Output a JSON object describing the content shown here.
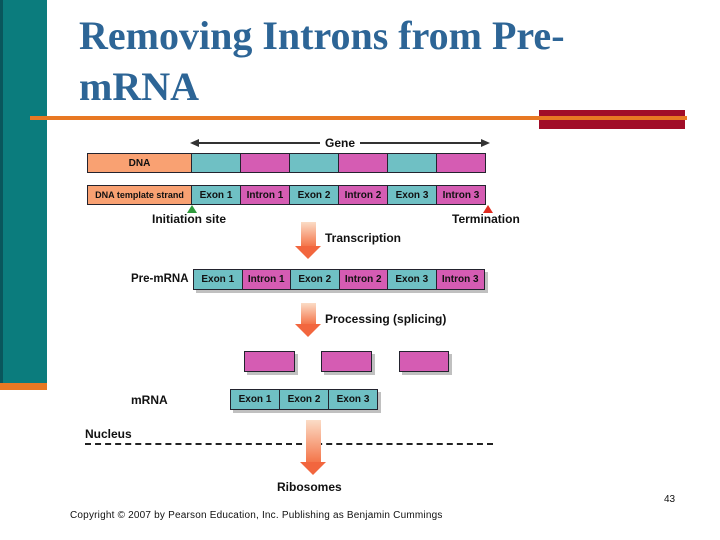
{
  "title": {
    "line1": "Removing Introns from Pre-",
    "line2": "mRNA"
  },
  "footer": {
    "copyright": "Copyright © 2007 by Pearson Education, Inc. Publishing as Benjamin Cummings",
    "page_number": "43"
  },
  "colors": {
    "sidebar_teal": "#0B7C7D",
    "accent_orange": "#E87823",
    "accent_dark_red": "#A10D28",
    "title_blue": "#2D6596",
    "exon_teal": "#6FC0C4",
    "intron_magenta": "#D55CB3",
    "strand_orange": "#F9A172",
    "initiation_marker_green": "#2F9B3C",
    "termination_marker_red": "#E02B20"
  },
  "diagram": {
    "gene_label": "Gene",
    "dna_row": {
      "label": "DNA"
    },
    "template_row": {
      "label": "DNA template strand",
      "segments": [
        "Exon 1",
        "Intron 1",
        "Exon 2",
        "Intron 2",
        "Exon 3",
        "Intron 3"
      ]
    },
    "initiation_label": "Initiation site",
    "termination_label": "Termination",
    "transcription_label": "Transcription",
    "premrna_row": {
      "label": "Pre-mRNA",
      "segments": [
        "Exon 1",
        "Intron 1",
        "Exon 2",
        "Intron 2",
        "Exon 3",
        "Intron 3"
      ]
    },
    "processing_label": "Processing (splicing)",
    "removed_intron_count": 3,
    "mrna_row": {
      "label": "mRNA",
      "segments": [
        "Exon 1",
        "Exon 2",
        "Exon 3"
      ]
    },
    "nucleus_label": "Nucleus",
    "ribosomes_label": "Ribosomes"
  }
}
